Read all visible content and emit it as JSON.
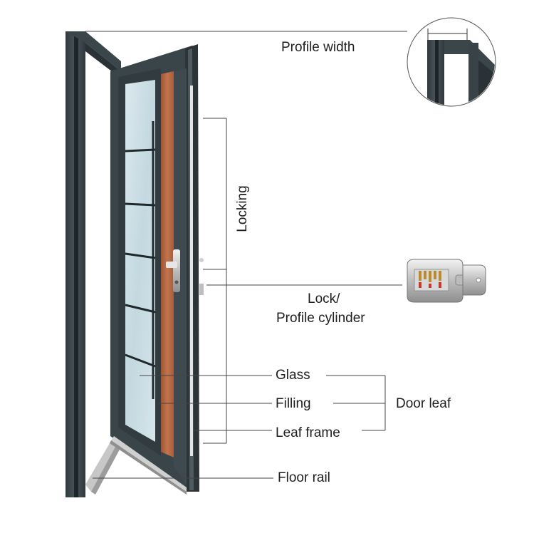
{
  "labels": {
    "profile_width": "Profile width",
    "locking": "Locking",
    "lock_line1": "Lock/",
    "lock_line2": "Profile cylinder",
    "glass": "Glass",
    "filling": "Filling",
    "leaf_frame": "Leaf frame",
    "door_leaf": "Door leaf",
    "floor_rail": "Floor rail"
  },
  "colors": {
    "frame": "#3c464c",
    "frame_dark": "#2b3337",
    "filling": "#b86a45",
    "glass": "#c9dde4",
    "leader": "#333333",
    "text": "#1e1e1e"
  },
  "icons": {
    "cylinder": "lock-cylinder-with-key",
    "detail": "profile-detail-zoom"
  }
}
